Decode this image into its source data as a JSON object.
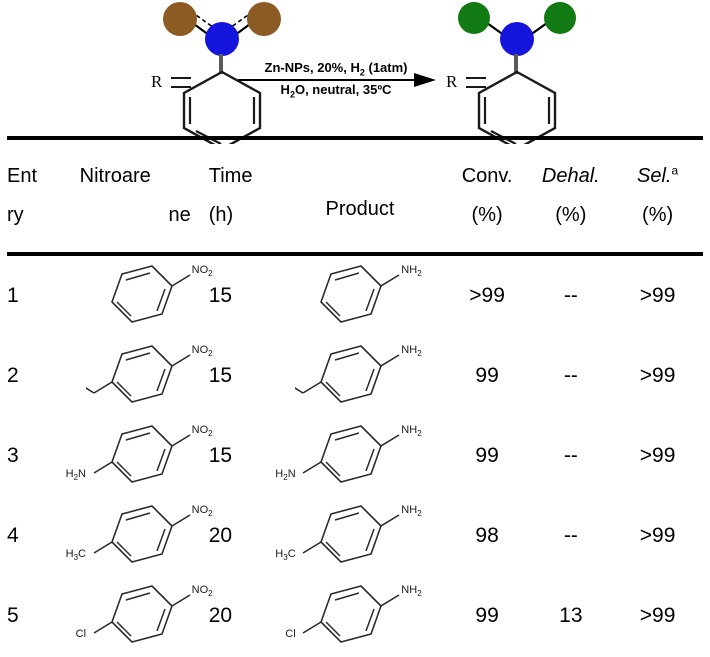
{
  "scheme": {
    "reactant_label": "R",
    "product_label": "R",
    "conditions_top": "Zn-NPs, 20%, H2 (1atm)",
    "conditions_bottom": "H2O, neutral, 35ºC",
    "reactant_group": "NO2",
    "product_group": "NH2",
    "colors": {
      "nitrogen": "#1414dc",
      "oxygen": "#8c5a23",
      "hydrogen": "#127a12",
      "bond": "#000000",
      "ring": "#1a1a1a"
    }
  },
  "table": {
    "headers": {
      "entry": {
        "line1": "Ent",
        "line2": "ry"
      },
      "nitroarene": {
        "line1": "Nitroare",
        "line2": "ne"
      },
      "time": {
        "line1": "Time",
        "line2": "(h)"
      },
      "product": {
        "line1": "Product"
      },
      "conv": {
        "line1": "Conv.",
        "line2": "(%)"
      },
      "dehal": {
        "line1": "Dehal.",
        "line2": "(%)"
      },
      "sel": {
        "line1": "Sel.",
        "superscript": "a",
        "line2": "(%)"
      }
    },
    "rows": [
      {
        "entry": "1",
        "reactant": {
          "group": "NO2",
          "substituent": "",
          "sub_position": "none"
        },
        "time": "15",
        "product": {
          "group": "NH2",
          "substituent": "",
          "sub_position": "none"
        },
        "conv": ">99",
        "dehal": "--",
        "sel": ">99"
      },
      {
        "entry": "2",
        "reactant": {
          "group": "NO2",
          "substituent": "",
          "sub_position": "ethyl"
        },
        "time": "15",
        "product": {
          "group": "NH2",
          "substituent": "",
          "sub_position": "ethyl"
        },
        "conv": "99",
        "dehal": "--",
        "sel": ">99"
      },
      {
        "entry": "3",
        "reactant": {
          "group": "NO2",
          "substituent": "H2N",
          "sub_position": "label"
        },
        "time": "15",
        "product": {
          "group": "NH2",
          "substituent": "H2N",
          "sub_position": "label"
        },
        "conv": "99",
        "dehal": "--",
        "sel": ">99"
      },
      {
        "entry": "4",
        "reactant": {
          "group": "NO2",
          "substituent": "H3C",
          "sub_position": "label"
        },
        "time": "20",
        "product": {
          "group": "NH2",
          "substituent": "H3C",
          "sub_position": "label"
        },
        "conv": "98",
        "dehal": "--",
        "sel": ">99"
      },
      {
        "entry": "5",
        "reactant": {
          "group": "NO2",
          "substituent": "Cl",
          "sub_position": "label"
        },
        "time": "20",
        "product": {
          "group": "NH2",
          "substituent": "Cl",
          "sub_position": "label"
        },
        "conv": "99",
        "dehal": "13",
        "sel": ">99"
      }
    ]
  }
}
